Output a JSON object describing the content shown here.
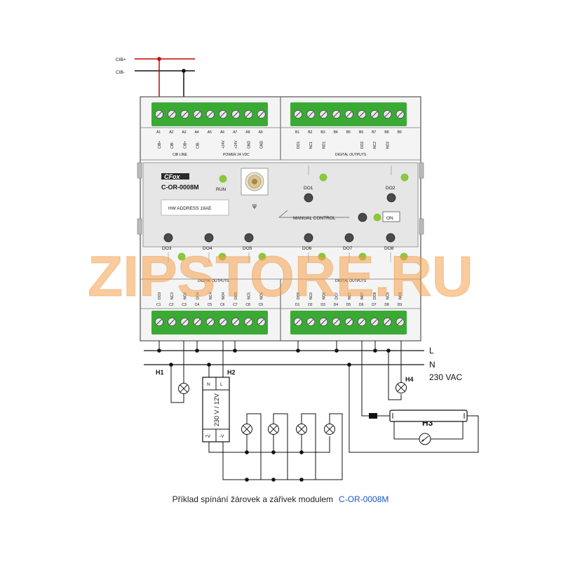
{
  "bus": {
    "cib_plus": "CIB+",
    "cib_minus": "CIB-"
  },
  "module": {
    "brand": "CFox",
    "model": "C-OR-0008M",
    "run_label": "RUN",
    "hw_address": "HW ADDRESS 19AE",
    "manual_control": "MANUAL CONTROL",
    "on_label": "ON",
    "outputs_top": [
      "DO1",
      "DO2"
    ],
    "outputs_bottom": [
      "DO3",
      "DO4",
      "DO5",
      "DO6",
      "DO7",
      "DO8"
    ]
  },
  "terminals": {
    "top_left": [
      "A1",
      "A2",
      "A3",
      "A4",
      "A5",
      "A6",
      "A7",
      "A8",
      "A9"
    ],
    "top_left_funcs": [
      "CIB+",
      "CIB-",
      "CIB+",
      "CIB-",
      "",
      "+24V",
      "+24V",
      "GND",
      "GND"
    ],
    "top_left_sections": [
      "CIB LINE",
      "POWER 24 VDC"
    ],
    "top_right": [
      "B1",
      "B2",
      "B3",
      "B4",
      "B5",
      "B6",
      "B7",
      "B8",
      "B9"
    ],
    "top_right_funcs": [
      "DO1",
      "NC1",
      "NO1",
      "",
      "",
      "DO2",
      "NC2",
      "NO2",
      ""
    ],
    "top_right_section": "DIGITAL OUTPUTS",
    "bottom_left": [
      "C1",
      "C2",
      "C3",
      "C4",
      "C5",
      "C6",
      "C7",
      "C8",
      "C9"
    ],
    "bottom_left_funcs": [
      "DO3",
      "NC3",
      "NO3",
      "DO4",
      "NC4",
      "NO4",
      "DO5",
      "NC5",
      "NO5"
    ],
    "bottom_right": [
      "D1",
      "D2",
      "D3",
      "D4",
      "D5",
      "D6",
      "D7",
      "D8",
      "D9"
    ],
    "bottom_right_funcs": [
      "DO6",
      "NC6",
      "NO6",
      "DO7",
      "NC7",
      "NO7",
      "DO8",
      "NC8",
      "NO8"
    ],
    "bottom_section": "DIGITAL OUTPUTS"
  },
  "wiring": {
    "L": "L",
    "N": "N",
    "voltage": "230 VAC",
    "h1": "H1",
    "h2": "H2",
    "h3": "H3",
    "h4": "H4",
    "psu_n": "N",
    "psu_l": "L",
    "psu_rating": "230 V / 12V",
    "psu_plus": "+V",
    "psu_minus": "-V"
  },
  "watermark": "ZIPSTORE.RU",
  "caption": {
    "text": "Příklad spínání žárovek a zářivek modulem",
    "model": "C-OR-0008M"
  },
  "colors": {
    "terminal_green": "#3aaa35",
    "led_green": "#8dc63f",
    "wire_red": "#cc0000",
    "watermark_orange": "#f5a04a",
    "caption_blue": "#1a56c8"
  }
}
